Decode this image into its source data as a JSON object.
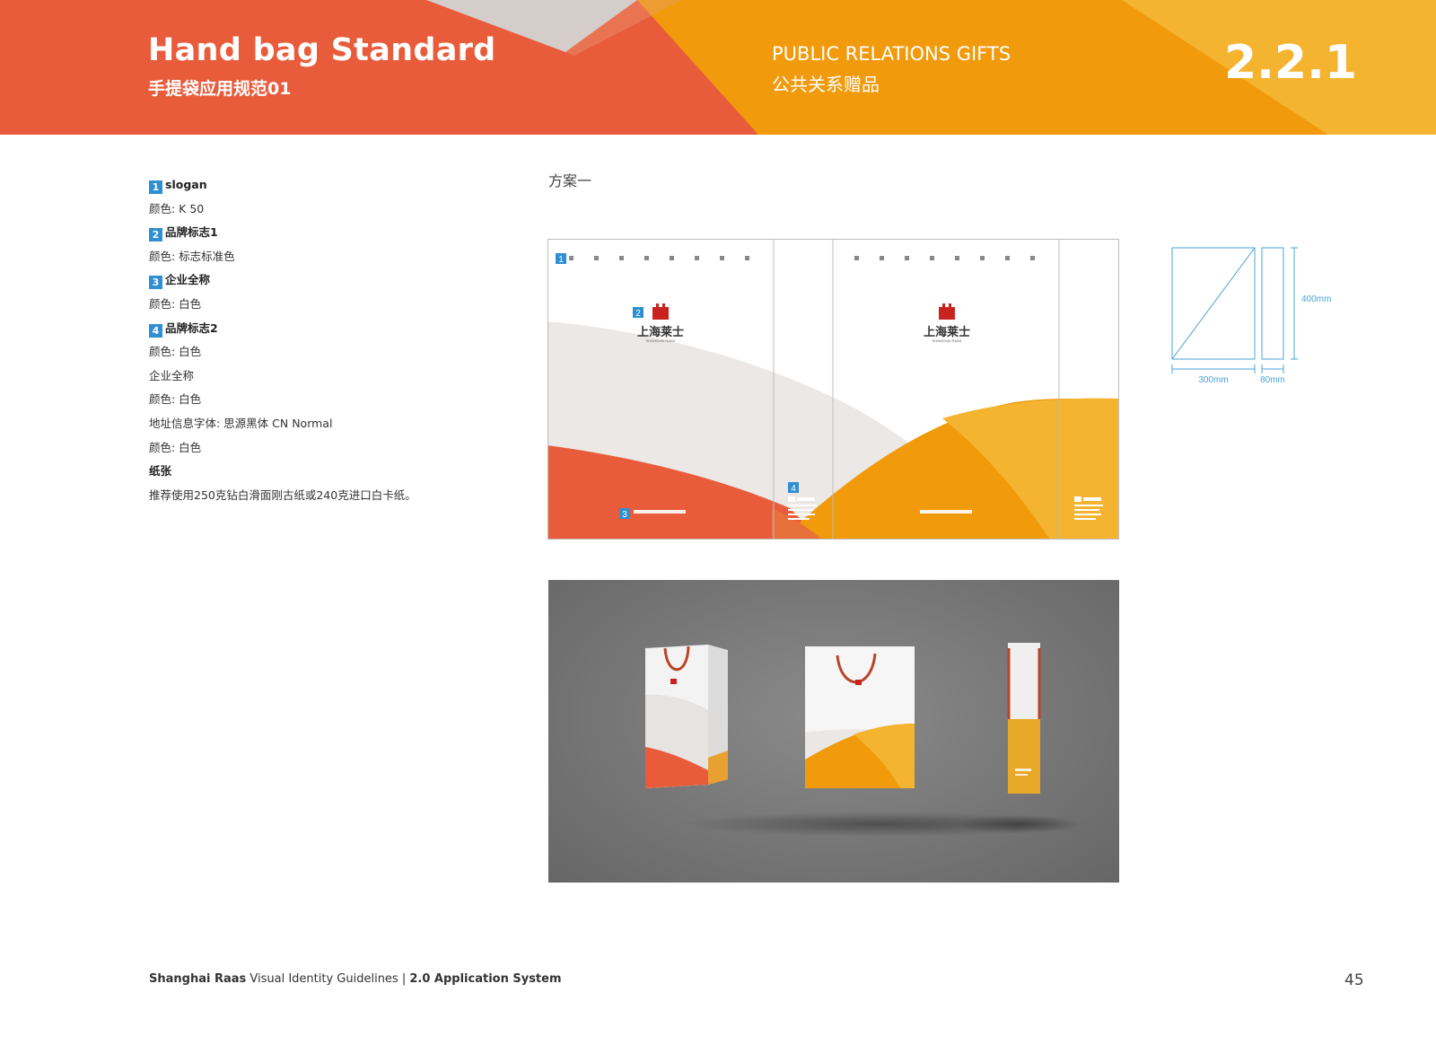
{
  "header": {
    "title": "Hand bag Standard",
    "subtitle": "手提袋应用规范01",
    "category_en": "PUBLIC RELATIONS GIFTS",
    "category_cn": "公共关系赠品",
    "section_number": "2.2.1"
  },
  "specs": [
    {
      "badge": "1",
      "text": "slogan",
      "head": true
    },
    {
      "text": "颜色: K 50"
    },
    {
      "badge": "2",
      "text": "品牌标志1",
      "head": true
    },
    {
      "text": "颜色: 标志标准色"
    },
    {
      "badge": "3",
      "text": "企业全称",
      "head": true
    },
    {
      "text": "颜色: 白色"
    },
    {
      "badge": "4",
      "text": "品牌标志2",
      "head": true
    },
    {
      "text": "颜色: 白色"
    },
    {
      "text": "企业全称"
    },
    {
      "text": "颜色:  白色"
    },
    {
      "text": "地址信息字体: 思源黑体 CN Normal"
    },
    {
      "text": "颜色: 白色"
    },
    {
      "text": "纸张",
      "head": true
    },
    {
      "text": "推荐使用250克钻白滑面刚古纸或240克进口白卡纸。"
    }
  ],
  "plan_label": "方案一",
  "dieline": {
    "badges": [
      "1",
      "2",
      "3",
      "4"
    ],
    "logo_text": "上海莱士",
    "logo_sub": "SHANGHAI RAAS"
  },
  "dimensions": {
    "height": "400mm",
    "width": "300mm",
    "depth": "80mm"
  },
  "colors": {
    "red_orange": "#e85c3c",
    "orange": "#f09a0c",
    "yellow": "#f4b430",
    "gray_wedge": "#d4cdca",
    "badge_blue": "#2f8fd1",
    "dim_line": "#4aa3d8"
  },
  "footer": {
    "brand": "Shanghai Raas",
    "doc": " Visual Identity Guidelines | ",
    "section": "2.0 Application System"
  },
  "page_number": "45"
}
